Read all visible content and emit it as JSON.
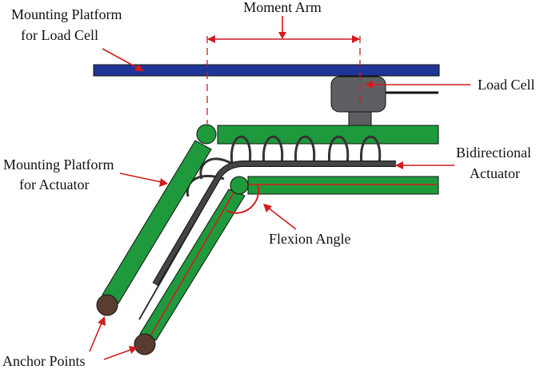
{
  "labels": {
    "moment_arm": "Moment Arm",
    "mount_load_cell_line1": "Mounting Platform",
    "mount_load_cell_line2": "for Load Cell",
    "load_cell": "Load Cell",
    "bidirectional_line1": "Bidirectional",
    "bidirectional_line2": "Actuator",
    "mount_actuator_line1": "Mounting Platform",
    "mount_actuator_line2": "for Actuator",
    "flexion_angle": "Flexion Angle",
    "anchor_points": "Anchor Points"
  },
  "colors": {
    "platform_green": "#1e9a3c",
    "top_bar_blue": "#1f3597",
    "annotation_red": "#d01c1f",
    "load_cell_gray": "#5f5f63",
    "actuator_dark": "#333336",
    "anchor_brown": "#5a3d31",
    "outline": "#111111"
  }
}
